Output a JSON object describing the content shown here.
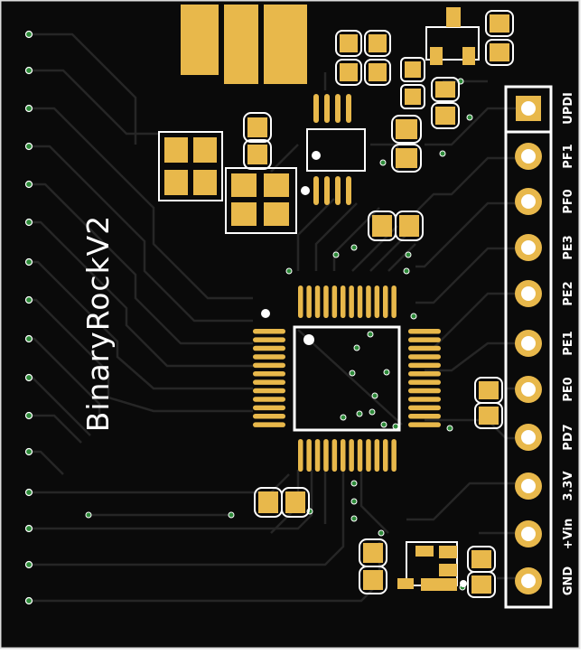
{
  "board": {
    "silkscreen_title": "BinaryRockV2",
    "colors": {
      "board": "#0a0a0a",
      "edge": "#dcdcdc",
      "copper": "#e8b84b",
      "trace": "#2b2b2b",
      "silk": "#ffffff",
      "via": "#2e8b3a"
    }
  },
  "header": {
    "pin_labels": [
      "UPDI",
      "PF1",
      "PF0",
      "PE3",
      "PE2",
      "PE1",
      "PE0",
      "PD7",
      "3.3V",
      "+Vin",
      "GND"
    ]
  }
}
